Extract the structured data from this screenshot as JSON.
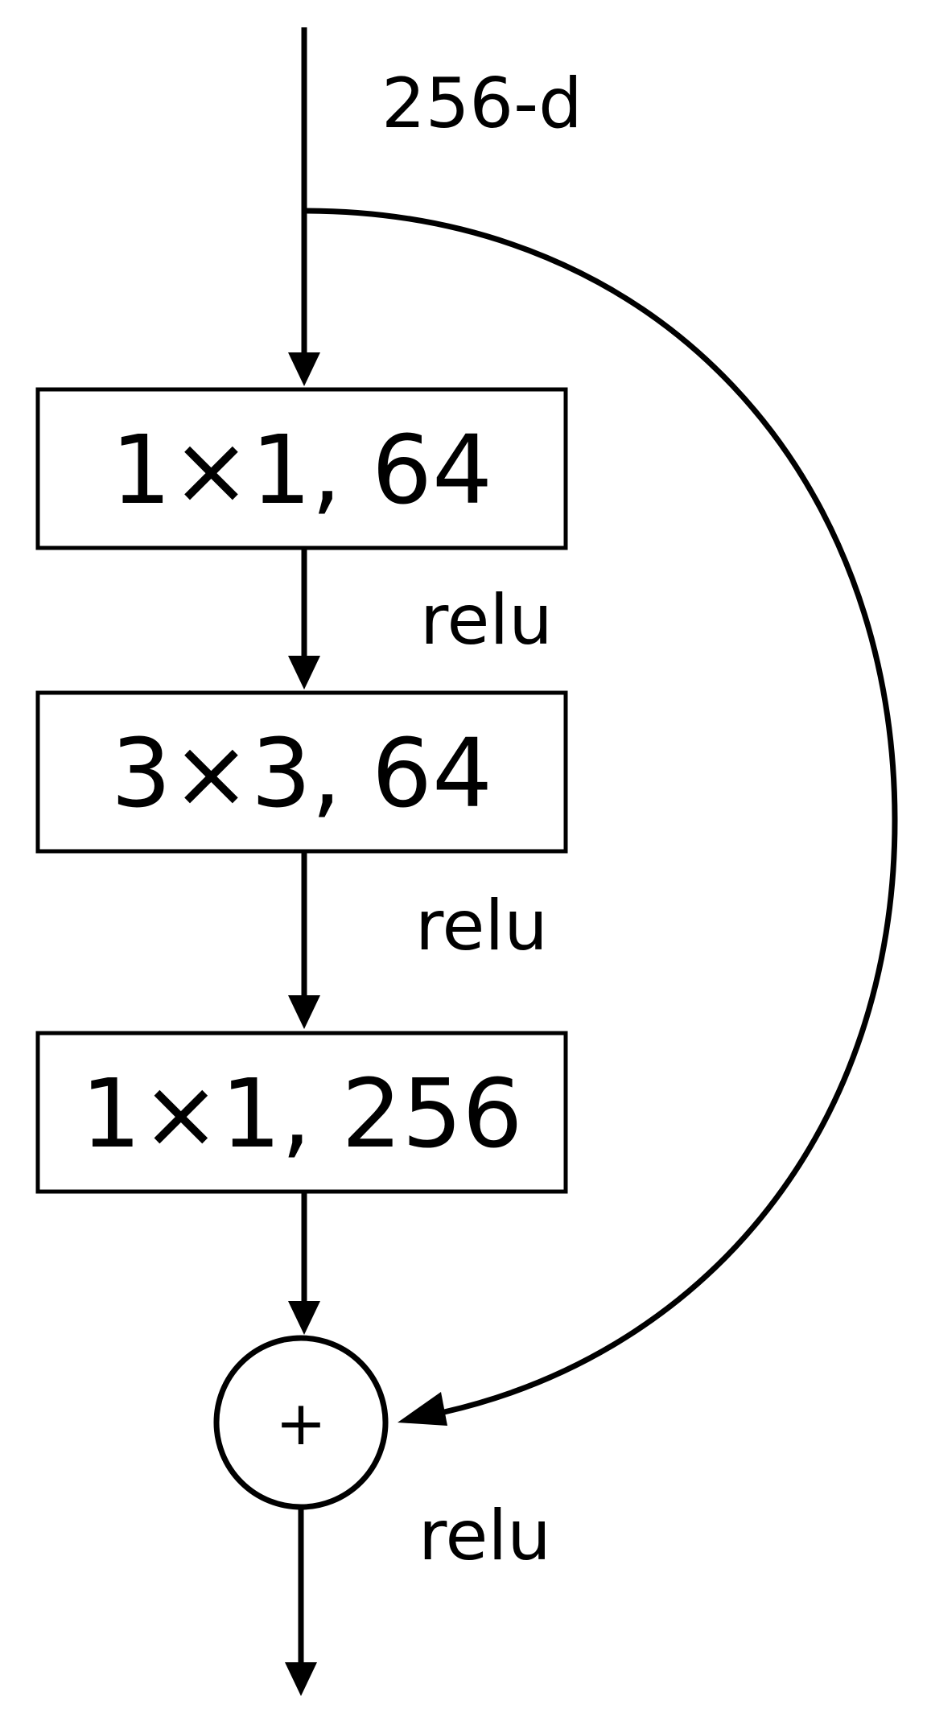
{
  "input_label": "256-d",
  "layers": [
    {
      "label": "1×1, 64"
    },
    {
      "label": "3×3, 64"
    },
    {
      "label": "1×1, 256"
    }
  ],
  "activation_labels": [
    "relu",
    "relu",
    "relu"
  ],
  "sum_symbol": "+",
  "colors": {
    "stroke": "#000000",
    "fill": "#ffffff",
    "text": "#000000"
  }
}
